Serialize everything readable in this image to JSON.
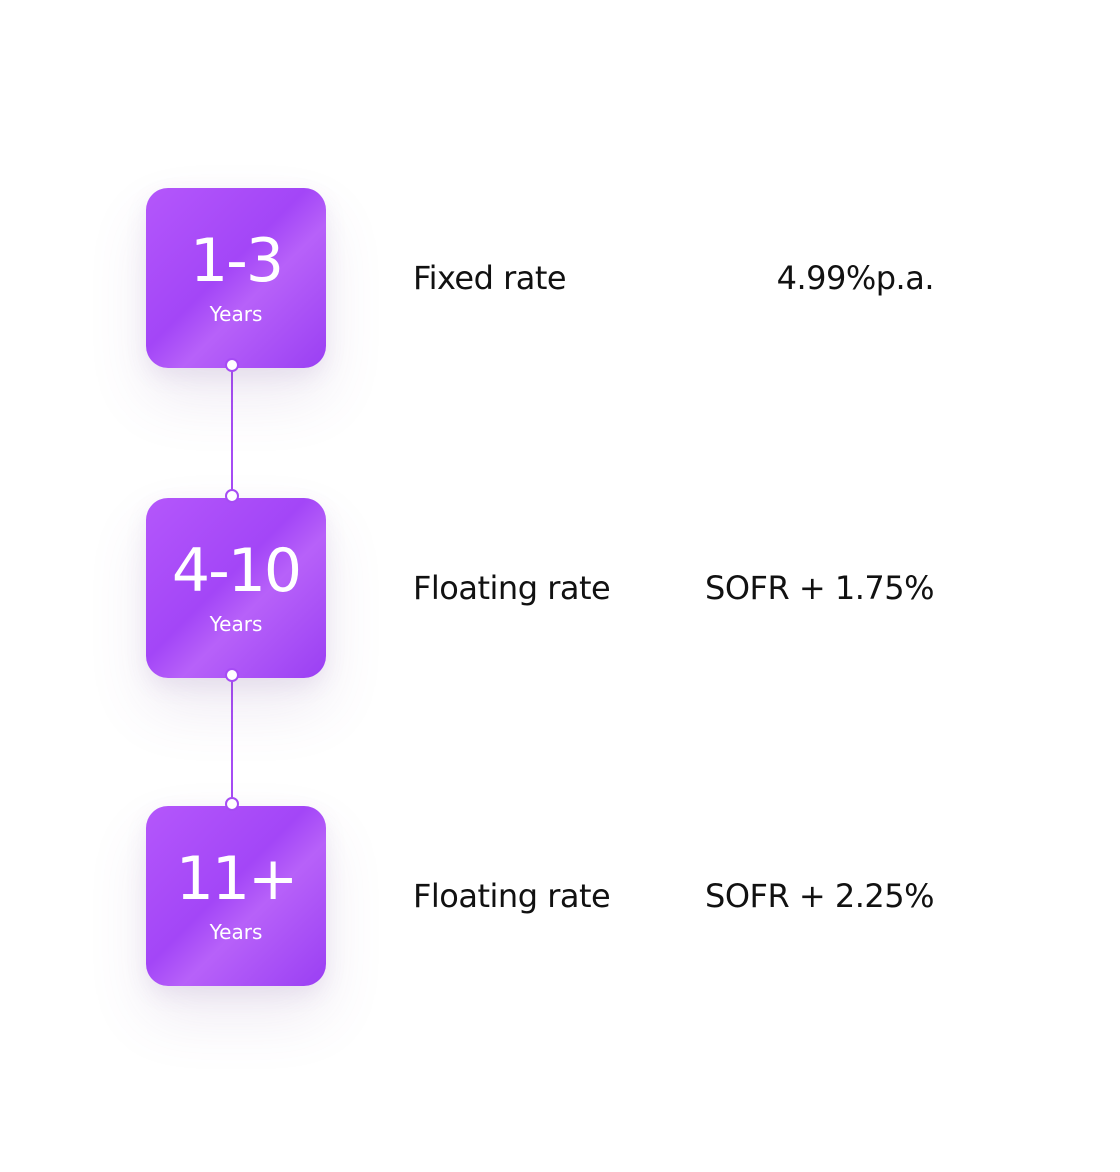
{
  "tiers": [
    {
      "term": "1-3",
      "unit": "Years",
      "rate_type": "Fixed rate",
      "rate_value": "4.99%p.a."
    },
    {
      "term": "4-10",
      "unit": "Years",
      "rate_type": "Floating rate",
      "rate_value": "SOFR + 1.75%"
    },
    {
      "term": "11+",
      "unit": "Years",
      "rate_type": "Floating rate",
      "rate_value": "SOFR + 2.25%"
    }
  ],
  "colors": {
    "box_gradient_start": "#b457fb",
    "box_gradient_end": "#9a3ff3",
    "connector": "#a64cf4",
    "text": "#111111"
  }
}
